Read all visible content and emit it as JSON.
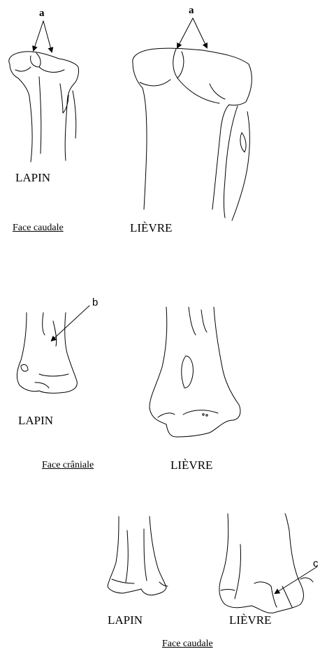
{
  "annotations": {
    "a": "a",
    "b": "b",
    "c": "c"
  },
  "panels": [
    {
      "species_left": "LAPIN",
      "species_right": "LIÈVRE",
      "view": "Face caudale"
    },
    {
      "species_left": "LAPIN",
      "species_right": "LIÈVRE",
      "view": "Face crâniale"
    },
    {
      "species_left": "LAPIN",
      "species_right": "LIÈVRE",
      "view": "Face caudale"
    }
  ]
}
